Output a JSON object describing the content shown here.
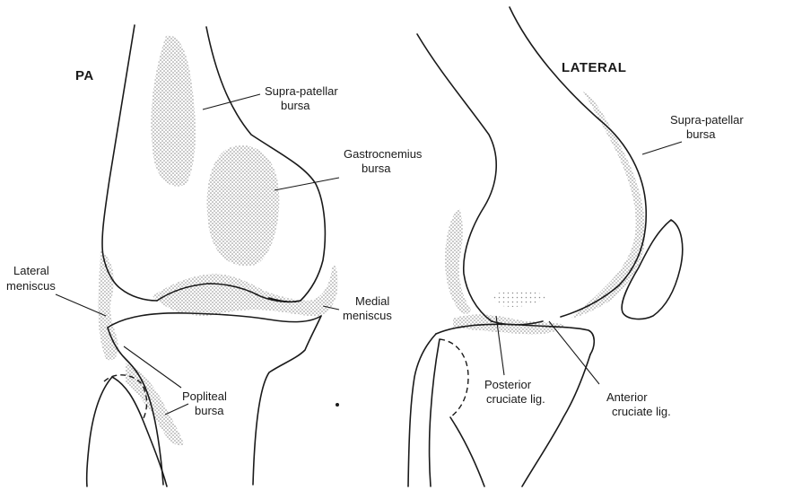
{
  "views": {
    "pa": {
      "title": "PA"
    },
    "lateral": {
      "title": "LATERAL"
    }
  },
  "labels": {
    "pa_suprapatellar": [
      "Supra-patellar",
      "bursa"
    ],
    "pa_gastrocnemius": [
      "Gastrocnemius",
      "bursa"
    ],
    "pa_lateral_meniscus": [
      "Lateral",
      "meniscus"
    ],
    "pa_medial_meniscus": [
      "Medial",
      "meniscus"
    ],
    "pa_popliteal": [
      "Popliteal",
      "bursa"
    ],
    "lat_suprapatellar": [
      "Supra-patellar",
      "bursa"
    ],
    "lat_posterior_cruciate": [
      "Posterior",
      "cruciate lig."
    ],
    "lat_anterior_cruciate": [
      "Anterior",
      "cruciate lig."
    ]
  },
  "colors": {
    "line": "#1a1a1a",
    "stipple": "#8c8c8c",
    "background": "#ffffff"
  }
}
